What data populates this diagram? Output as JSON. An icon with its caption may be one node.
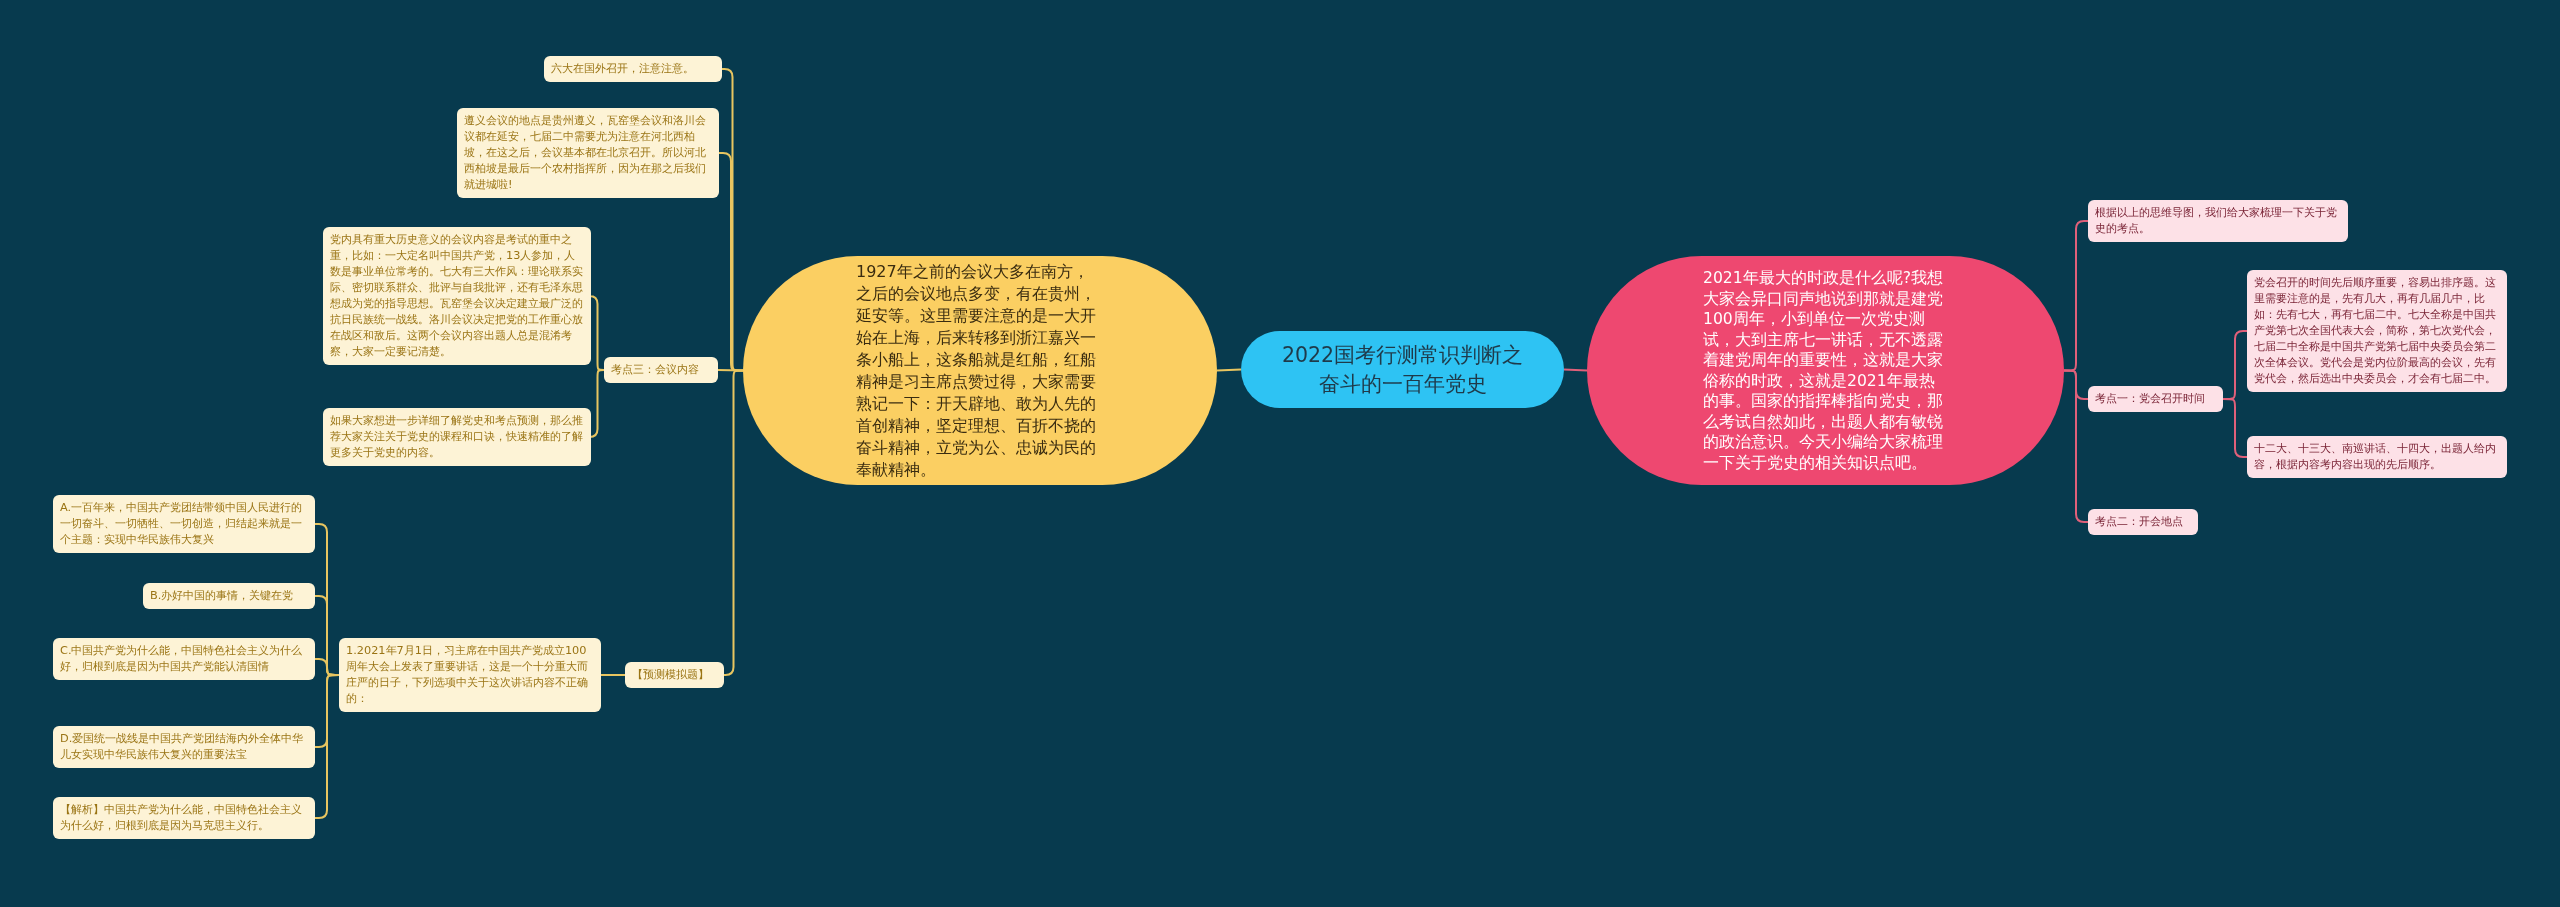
{
  "diagram": {
    "nodes": [
      {
        "text": [
          "2022国考行测常识判断之奋斗的一百年党史"
        ]
      },
      {
        "text": [
          "1927年之前的会议大多在南方，之后的会议地点多变，有在贵州，延安等。这里需要注意的是一大开始在上海，后来转移到浙江嘉兴一条小船上，这条船就是红船，红船精神是习主席点赞过得，大家需要熟记一下：开天辟地、敢为人先的首创精神，坚定理想、百折不挠的奋斗精神，立党为公、忠诚为民的奉献精神。"
        ]
      },
      {
        "text": [
          "六大在国外召开，注意注意。"
        ]
      },
      {
        "text": [
          "遵义会议的地点是贵州遵义，瓦窑堡会议和洛川会议都在延安，七届二中需要尤为注意在河北西柏坡，在这之后，会议基本都在北京召开。所以河北西柏坡是最后一个农村指挥所，因为在那之后我们就进城啦!"
        ]
      },
      {
        "text": [
          "考点三：会议内容"
        ]
      },
      {
        "text": [
          "党内具有重大历史意义的会议内容是考试的重中之重，比如：一大定名叫中国共产党，13人参加，人数是事业单位常考的。七大有三大作风：理论联系实际、密切联系群众、批评与自我批评，还有毛泽东思想成为党的指导思想。瓦窑堡会议决定建立最广泛的抗日民族统一战线。洛川会议决定把党的工作重心放在战区和敌后。这两个会议内容出题人总是混淆考察，大家一定要记清楚。"
        ]
      },
      {
        "text": [
          "如果大家想进一步详细了解党史和考点预测，那么推荐大家关注关于党史的课程和口诀，快速精准的了解更多关于党史的内容。"
        ]
      },
      {
        "text": [
          "【预测模拟题】"
        ]
      },
      {
        "text": [
          "1.2021年7月1日，习主席在中国共产党成立100周年大会上发表了重要讲话，这是一个十分重大而庄严的日子，下列选项中关于这次讲话内容不正确的："
        ]
      },
      {
        "text": [
          "A.一百年来，中国共产党团结带领中国人民进行的一切奋斗、一切牺牲、一切创造，归结起来就是一个主题：实现中华民族伟大复兴"
        ]
      },
      {
        "text": [
          "B.办好中国的事情，关键在党"
        ]
      },
      {
        "text": [
          "C.中国共产党为什么能，中国特色社会主义为什么好，归根到底是因为中国共产党能认清国情"
        ]
      },
      {
        "text": [
          "D.爱国统一战线是中国共产党团结海内外全体中华儿女实现中华民族伟大复兴的重要法宝"
        ]
      },
      {
        "text": [
          "【解析】中国共产党为什么能，中国特色社会主义为什么好，归根到底是因为马克思主义行。"
        ]
      },
      {
        "text": [
          "2021年最大的时政是什么呢?我想大家会异口同声地说到那就是建党100周年，小到单位一次党史测试，大到主席七一讲话，无不透露着建党周年的重要性，这就是大家俗称的时政，这就是2021年最热的事。国家的指挥棒指向党史，那么考试自然如此，出题人都有敏锐的政治意识。今天小编给大家梳理一下关于党史的相关知识点吧。"
        ]
      },
      {
        "text": [
          "根据以上的思维导图，我们给大家梳理一下关于党史的考点。"
        ]
      },
      {
        "text": [
          "考点一：党会召开时间"
        ]
      },
      {
        "text": [
          "党会召开的时间先后顺序重要，容易出排序题。这里需要注意的是，先有几大，再有几届几中，比如：先有七大，再有七届二中。七大全称是中国共产党第七次全国代表大会，简称，第七次党代会，七届二中全称是中国共产党第七届中央委员会第二次全体会议。党代会是党内位阶最高的会议，先有党代会，然后选出中央委员会，才会有七届二中。"
        ]
      },
      {
        "text": [
          "十二大、十三大、南巡讲话、十四大，出题人给内容，根据内容考内容出现的先后顺序。"
        ]
      },
      {
        "text": [
          "考点二：开会地点"
        ]
      }
    ],
    "edges": [
      {
        "from": 0,
        "to": 1,
        "arrow": "none"
      },
      {
        "from": 1,
        "to": 2,
        "arrow": "none"
      },
      {
        "from": 1,
        "to": 3,
        "arrow": "none"
      },
      {
        "from": 1,
        "to": 4,
        "arrow": "none"
      },
      {
        "from": 4,
        "to": 5,
        "arrow": "none"
      },
      {
        "from": 4,
        "to": 6,
        "arrow": "none"
      },
      {
        "from": 1,
        "to": 7,
        "arrow": "none"
      },
      {
        "from": 7,
        "to": 8,
        "arrow": "none"
      },
      {
        "from": 8,
        "to": 9,
        "arrow": "none"
      },
      {
        "from": 8,
        "to": 10,
        "arrow": "none"
      },
      {
        "from": 8,
        "to": 11,
        "arrow": "none"
      },
      {
        "from": 8,
        "to": 12,
        "arrow": "none"
      },
      {
        "from": 8,
        "to": 13,
        "arrow": "none"
      },
      {
        "from": 0,
        "to": 14,
        "arrow": "none",
        "color": "#e0607a"
      },
      {
        "from": 14,
        "to": 15,
        "arrow": "none",
        "color": "#e0607a"
      },
      {
        "from": 14,
        "to": 16,
        "arrow": "none",
        "color": "#e0607a"
      },
      {
        "from": 16,
        "to": 17,
        "arrow": "none",
        "color": "#e0607a"
      },
      {
        "from": 16,
        "to": 18,
        "arrow": "none",
        "color": "#e0607a"
      },
      {
        "from": 14,
        "to": 19,
        "arrow": "none",
        "color": "#e0607a"
      }
    ]
  }
}
